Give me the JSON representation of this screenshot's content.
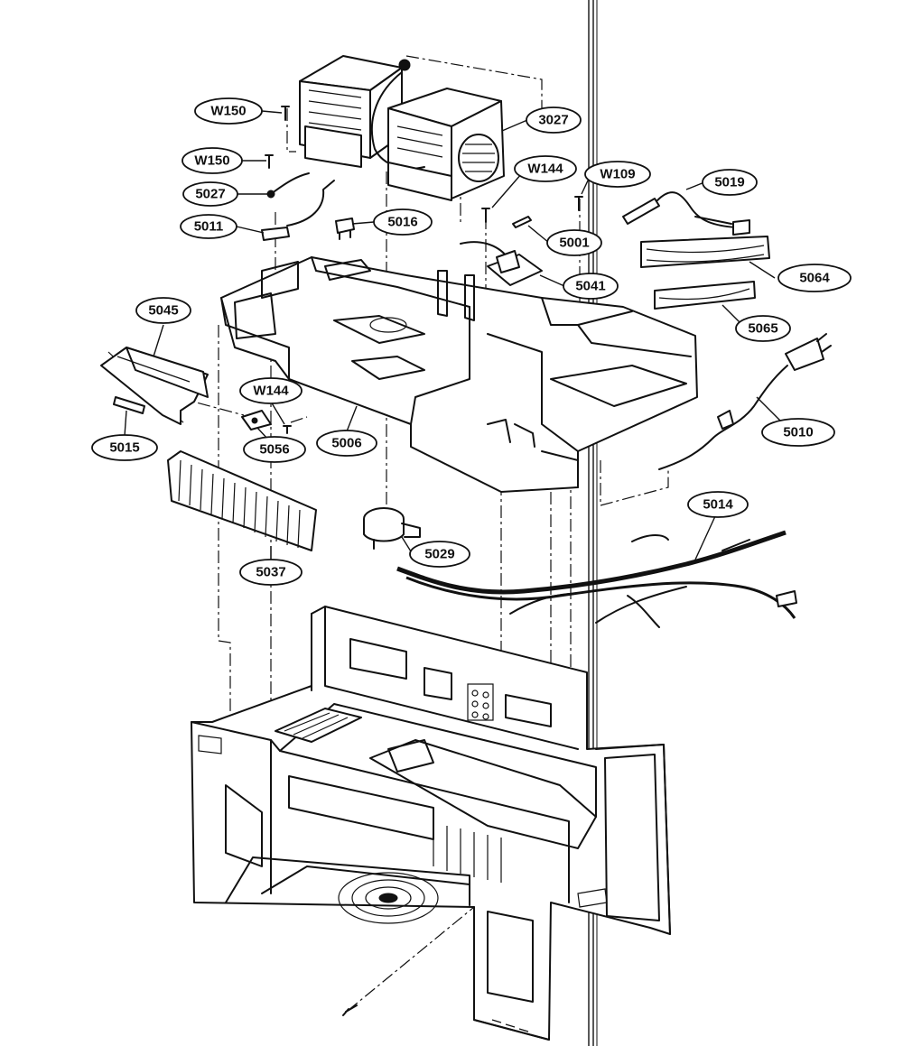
{
  "diagram": {
    "callouts": [
      {
        "id": "w150a",
        "label": "W150"
      },
      {
        "id": "w150b",
        "label": "W150"
      },
      {
        "id": "c5027",
        "label": "5027"
      },
      {
        "id": "c5011",
        "label": "5011"
      },
      {
        "id": "c5016",
        "label": "5016"
      },
      {
        "id": "c3027",
        "label": "3027"
      },
      {
        "id": "w144a",
        "label": "W144"
      },
      {
        "id": "w109",
        "label": "W109"
      },
      {
        "id": "c5019",
        "label": "5019"
      },
      {
        "id": "c5001",
        "label": "5001"
      },
      {
        "id": "c5041",
        "label": "5041"
      },
      {
        "id": "c5064",
        "label": "5064"
      },
      {
        "id": "c5065",
        "label": "5065"
      },
      {
        "id": "c5045",
        "label": "5045"
      },
      {
        "id": "w144b",
        "label": "W144"
      },
      {
        "id": "c5015",
        "label": "5015"
      },
      {
        "id": "c5056",
        "label": "5056"
      },
      {
        "id": "c5006",
        "label": "5006"
      },
      {
        "id": "c5010",
        "label": "5010"
      },
      {
        "id": "c5014",
        "label": "5014"
      },
      {
        "id": "c5029",
        "label": "5029"
      },
      {
        "id": "c5037",
        "label": "5037"
      }
    ]
  }
}
